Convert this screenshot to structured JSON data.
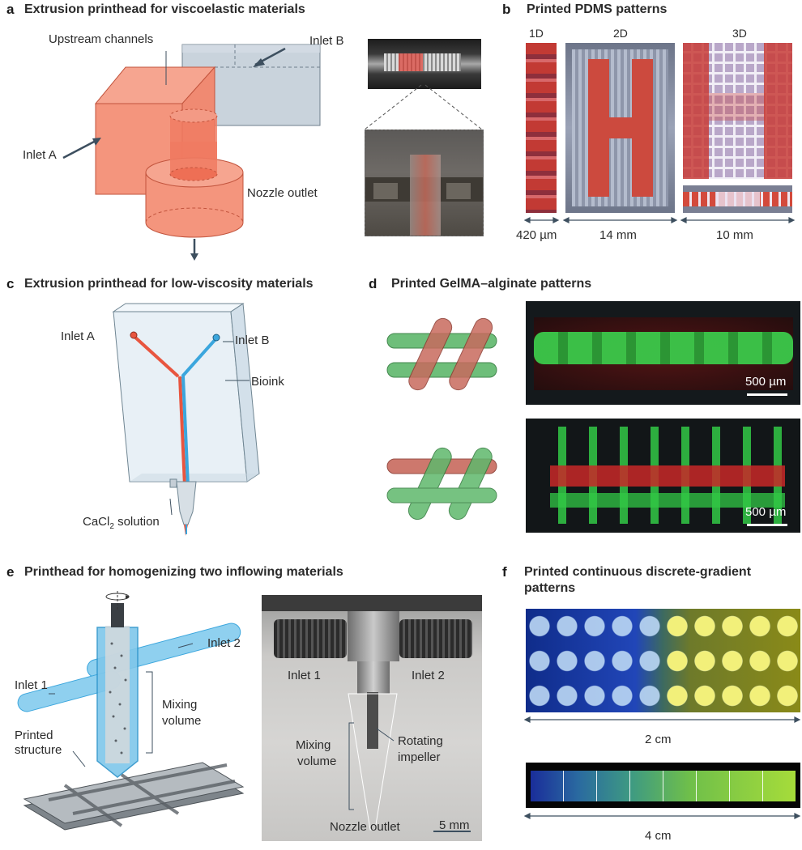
{
  "panels": [
    {
      "letter": "a",
      "title": "Extrusion printhead for viscoelastic materials"
    },
    {
      "letter": "b",
      "title": "Printed PDMS patterns"
    },
    {
      "letter": "c",
      "title": "Extrusion printhead for low-viscosity materials"
    },
    {
      "letter": "d",
      "title": "Printed GelMA–alginate patterns"
    },
    {
      "letter": "e",
      "title": "Printhead for homogenizing two inflowing materials"
    },
    {
      "letter": "f",
      "title": "Printed continuous discrete-gradient patterns"
    }
  ],
  "a": {
    "labels": {
      "upstream": "Upstream channels",
      "inlet_b": "Inlet B",
      "inlet_a": "Inlet A",
      "nozzle": "Nozzle outlet"
    }
  },
  "b": {
    "dims": [
      "1D",
      "2D",
      "3D"
    ],
    "scales": [
      "420 µm",
      "14 mm",
      "10 mm"
    ]
  },
  "c": {
    "labels": {
      "inlet_a": "Inlet A",
      "inlet_b": "Inlet B",
      "bioink": "Bioink",
      "cacl2_pre": "CaCl",
      "cacl2_sub": "2",
      "cacl2_post": " solution"
    }
  },
  "d": {
    "scale_top": "500 µm",
    "scale_bottom": "500 µm"
  },
  "e": {
    "diagram": {
      "inlet2": "Inlet 2",
      "inlet1": "Inlet 1",
      "mixing1": "Mixing",
      "mixing2": "volume",
      "printed1": "Printed",
      "printed2": "structure"
    },
    "photo": {
      "inlet1": "Inlet 1",
      "inlet2": "Inlet 2",
      "mixing1": "Mixing",
      "mixing2": "volume",
      "impeller1": "Rotating",
      "impeller2": "impeller",
      "nozzle": "Nozzle outlet",
      "scale": "5 mm"
    }
  },
  "f": {
    "title_line1": "Printed continuous discrete-gradient",
    "title_line2": "patterns",
    "scale_top": "2 cm",
    "scale_bottom": "4 cm"
  },
  "colors": {
    "red": "#ef6b52",
    "blue": "#4aa8d8",
    "green": "#5bbf6a",
    "arrow": "#3d4f5f"
  }
}
